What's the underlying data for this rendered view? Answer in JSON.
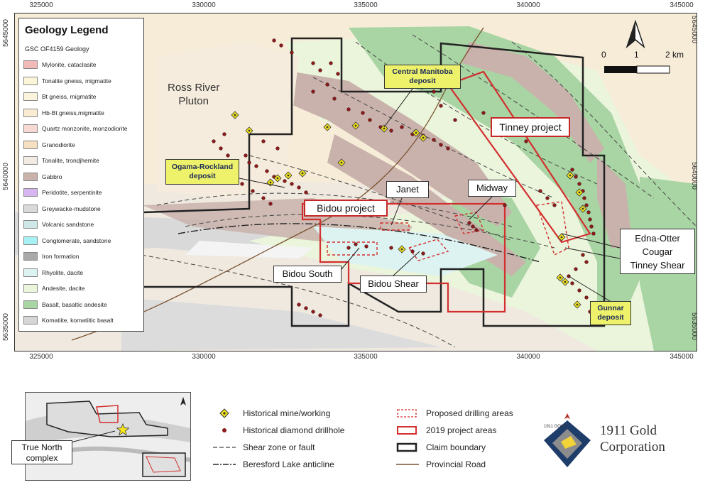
{
  "axes": {
    "x_ticks": [
      "325000",
      "330000",
      "335000",
      "340000",
      "345000"
    ],
    "y_ticks": [
      "5645000",
      "5640000",
      "5635000"
    ]
  },
  "legend": {
    "title": "Geology Legend",
    "subtitle": "GSC OF4159 Geology",
    "items": [
      {
        "label": "Mylonite, cataclasite",
        "color": "#f2b9b9"
      },
      {
        "label": "Tonalite gneiss, migmatite",
        "color": "#fbf6d8"
      },
      {
        "label": "Bt gneiss, migmatite",
        "color": "#fbf3dc"
      },
      {
        "label": "Hb-Bt gneiss,migmatite",
        "color": "#faecd3"
      },
      {
        "label": "Quartz monzonite, monzodiorite",
        "color": "#f7d9d3"
      },
      {
        "label": "Granodiorite",
        "color": "#f6e0c2"
      },
      {
        "label": "Tonalite, trondjhemite",
        "color": "#f1ebe4"
      },
      {
        "label": "Gabbro",
        "color": "#c9b2ac"
      },
      {
        "label": "Peridotite, serpentinite",
        "color": "#d7b5f1"
      },
      {
        "label": "Greywacke-mudstone",
        "color": "#dadada"
      },
      {
        "label": "Volcanic sandstone",
        "color": "#cfe7e6"
      },
      {
        "label": "Conglomerate, sandstone",
        "color": "#a7f0f4"
      },
      {
        "label": "Iron formation",
        "color": "#a9a9a9"
      },
      {
        "label": "Rhyolite, dacite",
        "color": "#ddf3f1"
      },
      {
        "label": "Andesite, dacite",
        "color": "#eaf5dc"
      },
      {
        "label": "Basalt, basaltic andesite",
        "color": "#a9d4a3"
      },
      {
        "label": "Komatiite, komatiitic basalt",
        "color": "#d6d6d6"
      }
    ]
  },
  "map_labels": {
    "ross_river": "Ross River\nPluton",
    "bidou_project": "Bidou project",
    "tinney_project": "Tinney project",
    "janet": "Janet",
    "midway": "Midway",
    "bidou_south": "Bidou South",
    "bidou_shear": "Bidou Shear",
    "edna": "Edna-Otter\nCougar\nTinney Shear",
    "central_manitoba": "Central Manitoba\ndeposit",
    "ogama": "Ogama-Rockland\ndeposit",
    "gunnar": "Gunnar\ndeposit"
  },
  "scale": {
    "labels": [
      "0",
      "1",
      "2 km"
    ]
  },
  "bottom_legend": {
    "mine": "Historical mine/working",
    "drillhole": "Historical diamond drillhole",
    "shear": "Shear zone or fault",
    "anticline": "Beresford Lake anticline",
    "proposed": "Proposed drilling areas",
    "projects2019": "2019 project areas",
    "claim": "Claim boundary",
    "road": "Provincial Road"
  },
  "inset": {
    "label": "True North\ncomplex"
  },
  "logo": {
    "small": "1911 GOLD",
    "name": "1911 Gold\nCorporation"
  },
  "colors": {
    "claim": "#222222",
    "project": "#d32f2f",
    "mine": "#f3e51b",
    "drillhole": "#8b1a1a",
    "basalt": "#a9d4a3",
    "gabbro": "#c9b2ac",
    "greywacke": "#dadada",
    "road": "#7a5230"
  }
}
